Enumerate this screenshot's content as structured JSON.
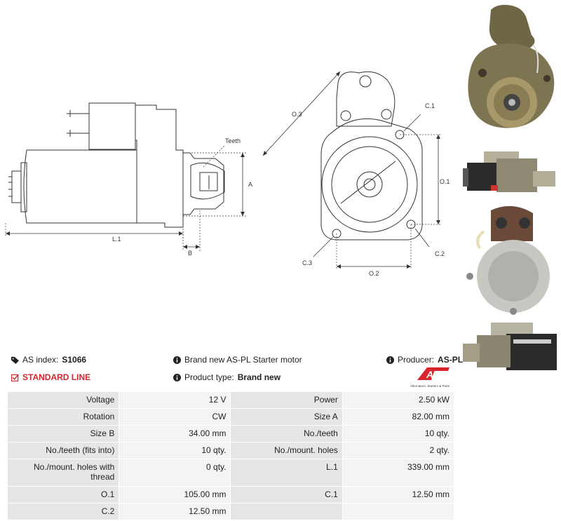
{
  "drawing": {
    "labels": {
      "teeth": "Teeth",
      "a": "A",
      "b": "B",
      "l1": "L.1",
      "o3": "O.3",
      "c1": "C.1",
      "o1": "O.1",
      "c2": "C.2",
      "c3": "C.3",
      "o2": "O.2"
    }
  },
  "info": {
    "as_index_label": "AS index:",
    "as_index_value": "S1066",
    "standard_line": "STANDARD LINE",
    "description": "Brand new AS-PL Starter motor",
    "product_type_label": "Product type:",
    "product_type_value": "Brand new",
    "producer_label": "Producer:",
    "producer_value": "AS-PL",
    "logo_text": "AS",
    "logo_tagline": "Alternators, Starters & Parts"
  },
  "specs": [
    {
      "l1": "Voltage",
      "v1": "12 V",
      "l2": "Power",
      "v2": "2.50 kW"
    },
    {
      "l1": "Rotation",
      "v1": "CW",
      "l2": "Size A",
      "v2": "82.00 mm"
    },
    {
      "l1": "Size B",
      "v1": "34.00 mm",
      "l2": "No./teeth",
      "v2": "10 qty."
    },
    {
      "l1": "No./teeth (fits into)",
      "v1": "10 qty.",
      "l2": "No./mount. holes",
      "v2": "2 qty."
    },
    {
      "l1": "No./mount. holes with thread",
      "v1": "0 qty.",
      "l2": "L.1",
      "v2": "339.00 mm"
    },
    {
      "l1": "O.1",
      "v1": "105.00 mm",
      "l2": "C.1",
      "v2": "12.50 mm"
    },
    {
      "l1": "C.2",
      "v1": "12.50 mm",
      "l2": "",
      "v2": ""
    }
  ],
  "colors": {
    "accent_red": "#d9232d",
    "label_cell": "#e6e6e6",
    "value_cell": "#f4f4f4",
    "line": "#333333"
  },
  "icons": [
    "tag-icon",
    "check-square-icon",
    "info-icon"
  ]
}
